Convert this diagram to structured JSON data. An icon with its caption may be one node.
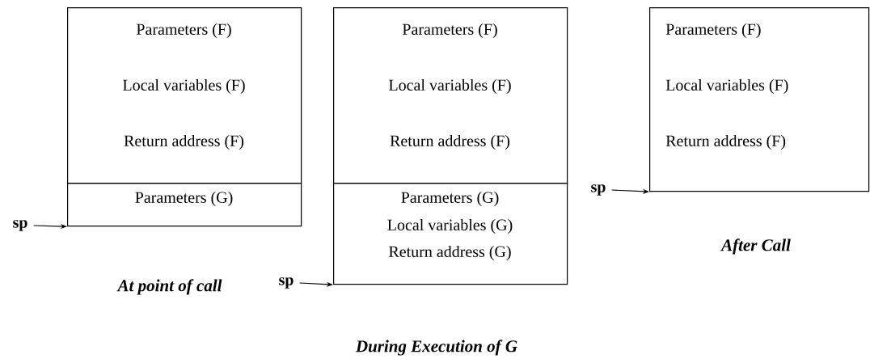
{
  "diagram": {
    "nodes": [
      {
        "text": [
          "Parameters (F)",
          "Local variables (F)",
          "Return address (F)"
        ]
      },
      {
        "text": [
          "Parameters (G)"
        ]
      },
      {
        "text": [
          "sp"
        ]
      },
      {
        "text": [
          "Parameters (F)",
          "Local variables (F)",
          "Return address (F)"
        ]
      },
      {
        "text": [
          "Parameters (G)",
          "Local variables (G)",
          "Return address (G)"
        ]
      },
      {
        "text": [
          "sp"
        ]
      },
      {
        "text": [
          "Parameters (F)",
          "Local variables (F)",
          "Return address (F)"
        ]
      },
      {
        "text": [
          "sp"
        ]
      }
    ],
    "edges": [
      {
        "from": 2,
        "to": 1,
        "arrow": "to"
      },
      {
        "from": 5,
        "to": 4,
        "arrow": "to"
      },
      {
        "from": 7,
        "to": 6,
        "arrow": "to"
      }
    ],
    "labels": [
      "At point of call",
      "After Call",
      "During Execution of G"
    ]
  }
}
